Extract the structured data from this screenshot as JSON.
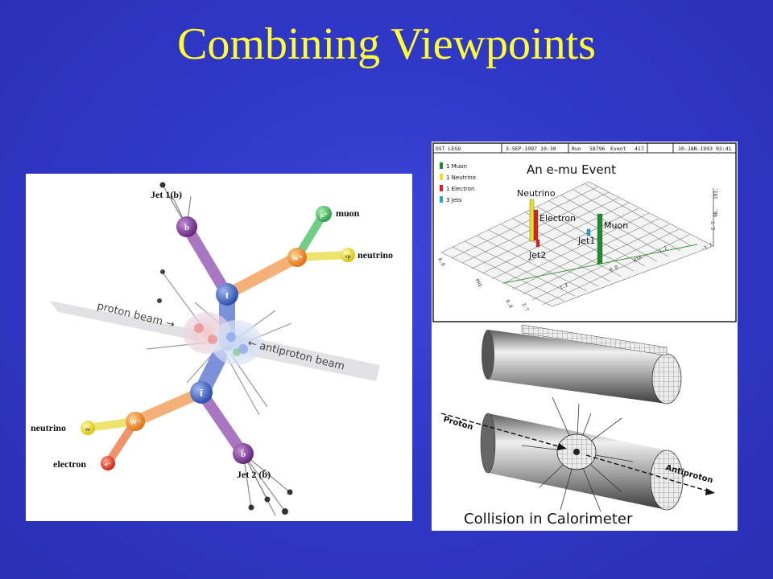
{
  "slide": {
    "title": "Combining Viewpoints"
  },
  "feynman": {
    "jet1": "Jet 1(b)",
    "b_label": "b",
    "t_label": "t",
    "tbar_label": "t̄",
    "bbar_label": "b̄",
    "wplus": "W⁺",
    "wminus": "W⁻",
    "mu_particle": "μ⁺",
    "nu_mu_particle": "νμ",
    "nu_e_particle": "νe",
    "e_particle": "e⁻",
    "muon": "muon",
    "neutrino_top": "neutrino",
    "neutrino_bottom": "neutrino",
    "electron": "electron",
    "proton_beam": "proton beam →",
    "antiproton_beam": "← antiproton beam",
    "jet2": "Jet 2 (b̄)"
  },
  "lego": {
    "header_left": "DST LEGO",
    "header_date": "3-SEP-1997 10:30",
    "header_run_label": "Run",
    "header_run": "58796",
    "header_event_label": "Event",
    "header_event": "417",
    "header_date2": "10-JAN-1993 02:41",
    "title": "An e-mu Event",
    "legend": [
      {
        "label": "1  Muon",
        "color": "#1e8a2e"
      },
      {
        "label": "1  Neutrino",
        "color": "#e8e020"
      },
      {
        "label": "1  Electron",
        "color": "#d82020"
      },
      {
        "label": "3  Jets",
        "color": "#20a8c8"
      }
    ],
    "tower_labels": {
      "neutrino": "Neutrino",
      "electron": "Electron",
      "muon": "Muon",
      "jet1": "Jet1",
      "jet2": "Jet2"
    },
    "axis": {
      "et": "E T",
      "et_tick_high": "193.",
      "et_tick_mid": "96.",
      "eta": "ETA",
      "phi": "PHI"
    },
    "ticks": [
      "0.0",
      "1.2",
      "2.5",
      "3.7",
      "-1.2",
      "-2.5",
      "-3.7"
    ]
  },
  "calo": {
    "proton": "Proton",
    "antiproton": "Antiproton",
    "caption": "Collision in Calorimeter"
  }
}
